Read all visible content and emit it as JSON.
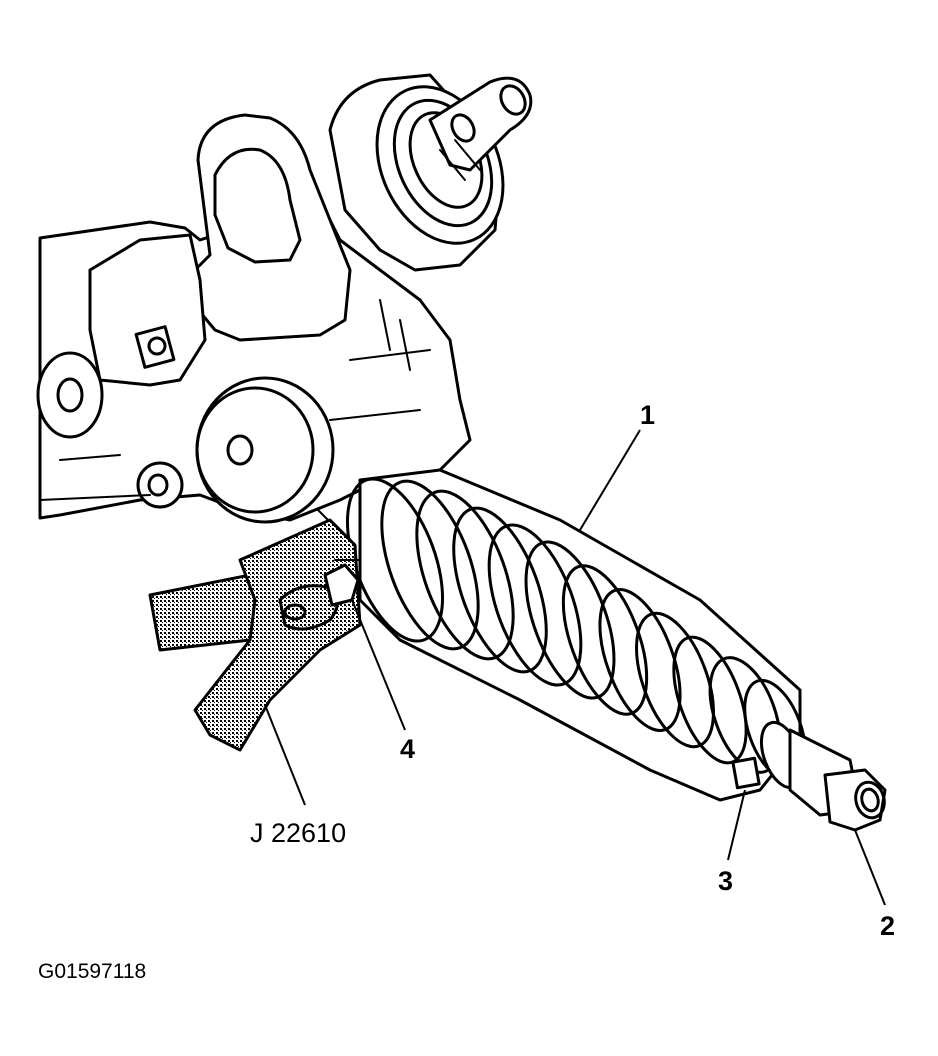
{
  "diagram": {
    "callouts": {
      "c1": "1",
      "c2": "2",
      "c3": "3",
      "c4": "4"
    },
    "tool_label": "J 22610",
    "figure_id": "G01597118"
  },
  "colors": {
    "ink": "#000000",
    "background": "#ffffff",
    "stipple": "#9a9a9a"
  }
}
